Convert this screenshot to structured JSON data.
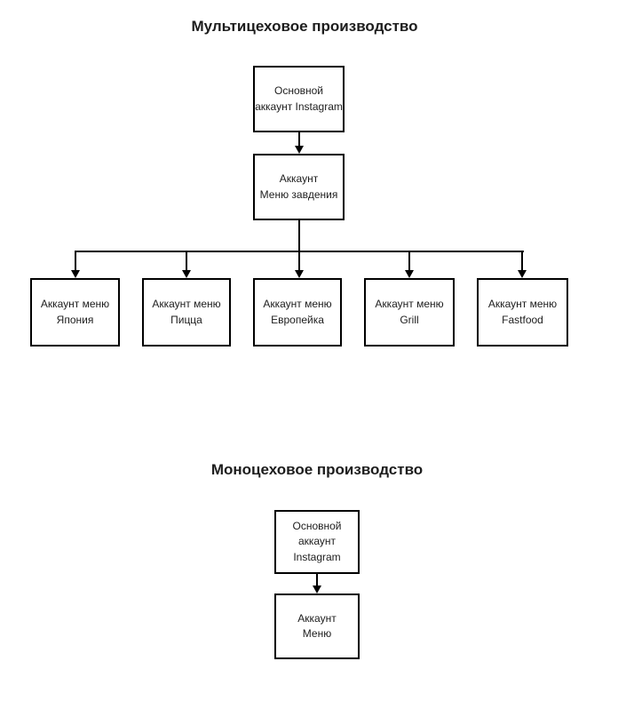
{
  "colors": {
    "background": "#ffffff",
    "line": "#000000",
    "text": "#1d1d1d"
  },
  "diagram": {
    "section1": {
      "title": "Мультицеховое производство",
      "root": {
        "line1": "Основной",
        "line2": "аккаунт Instagram"
      },
      "mid": {
        "line1": "Аккаунт",
        "line2": "Меню завдения"
      },
      "children": [
        {
          "line1": "Аккаунт меню",
          "line2": "Япония"
        },
        {
          "line1": "Аккаунт меню",
          "line2": "Пицца"
        },
        {
          "line1": "Аккаунт меню",
          "line2": "Европейка"
        },
        {
          "line1": "Аккаунт меню",
          "line2": "Grill"
        },
        {
          "line1": "Аккаунт меню",
          "line2": "Fastfood"
        }
      ]
    },
    "section2": {
      "title": "Моноцеховое производство",
      "root": {
        "line1": "Основной",
        "line2": "аккаунт Instagram"
      },
      "child": {
        "line1": "Аккаунт",
        "line2": "Меню"
      }
    }
  }
}
